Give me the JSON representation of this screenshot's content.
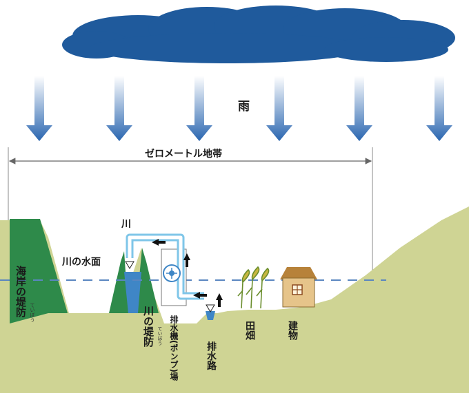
{
  "labels": {
    "rain": "雨",
    "zero_meter_zone": "ゼロメートル地帯",
    "river": "川",
    "river_surface": "川の水面",
    "seawall_main": "海岸の堤防",
    "seawall_ruby": "ていぼう",
    "river_levee_main": "川の堤防",
    "river_levee_ruby": "ていぼう",
    "pump_station": "排水機(ポンプ)場",
    "drainage_channel": "排水路",
    "fields": "田畑",
    "building": "建物"
  },
  "colors": {
    "cloud": "#1f5a9c",
    "rain_arrow_top": "#ffffff",
    "rain_arrow_bottom": "#2a66b0",
    "ground": "#cfd494",
    "levee": "#2e8a4a",
    "water": "#3f86c6",
    "pipe": "#7fc6e8",
    "water_level_line": "#5a86c0",
    "house_wall": "#e6c48a",
    "house_roof": "#b7823a"
  }
}
